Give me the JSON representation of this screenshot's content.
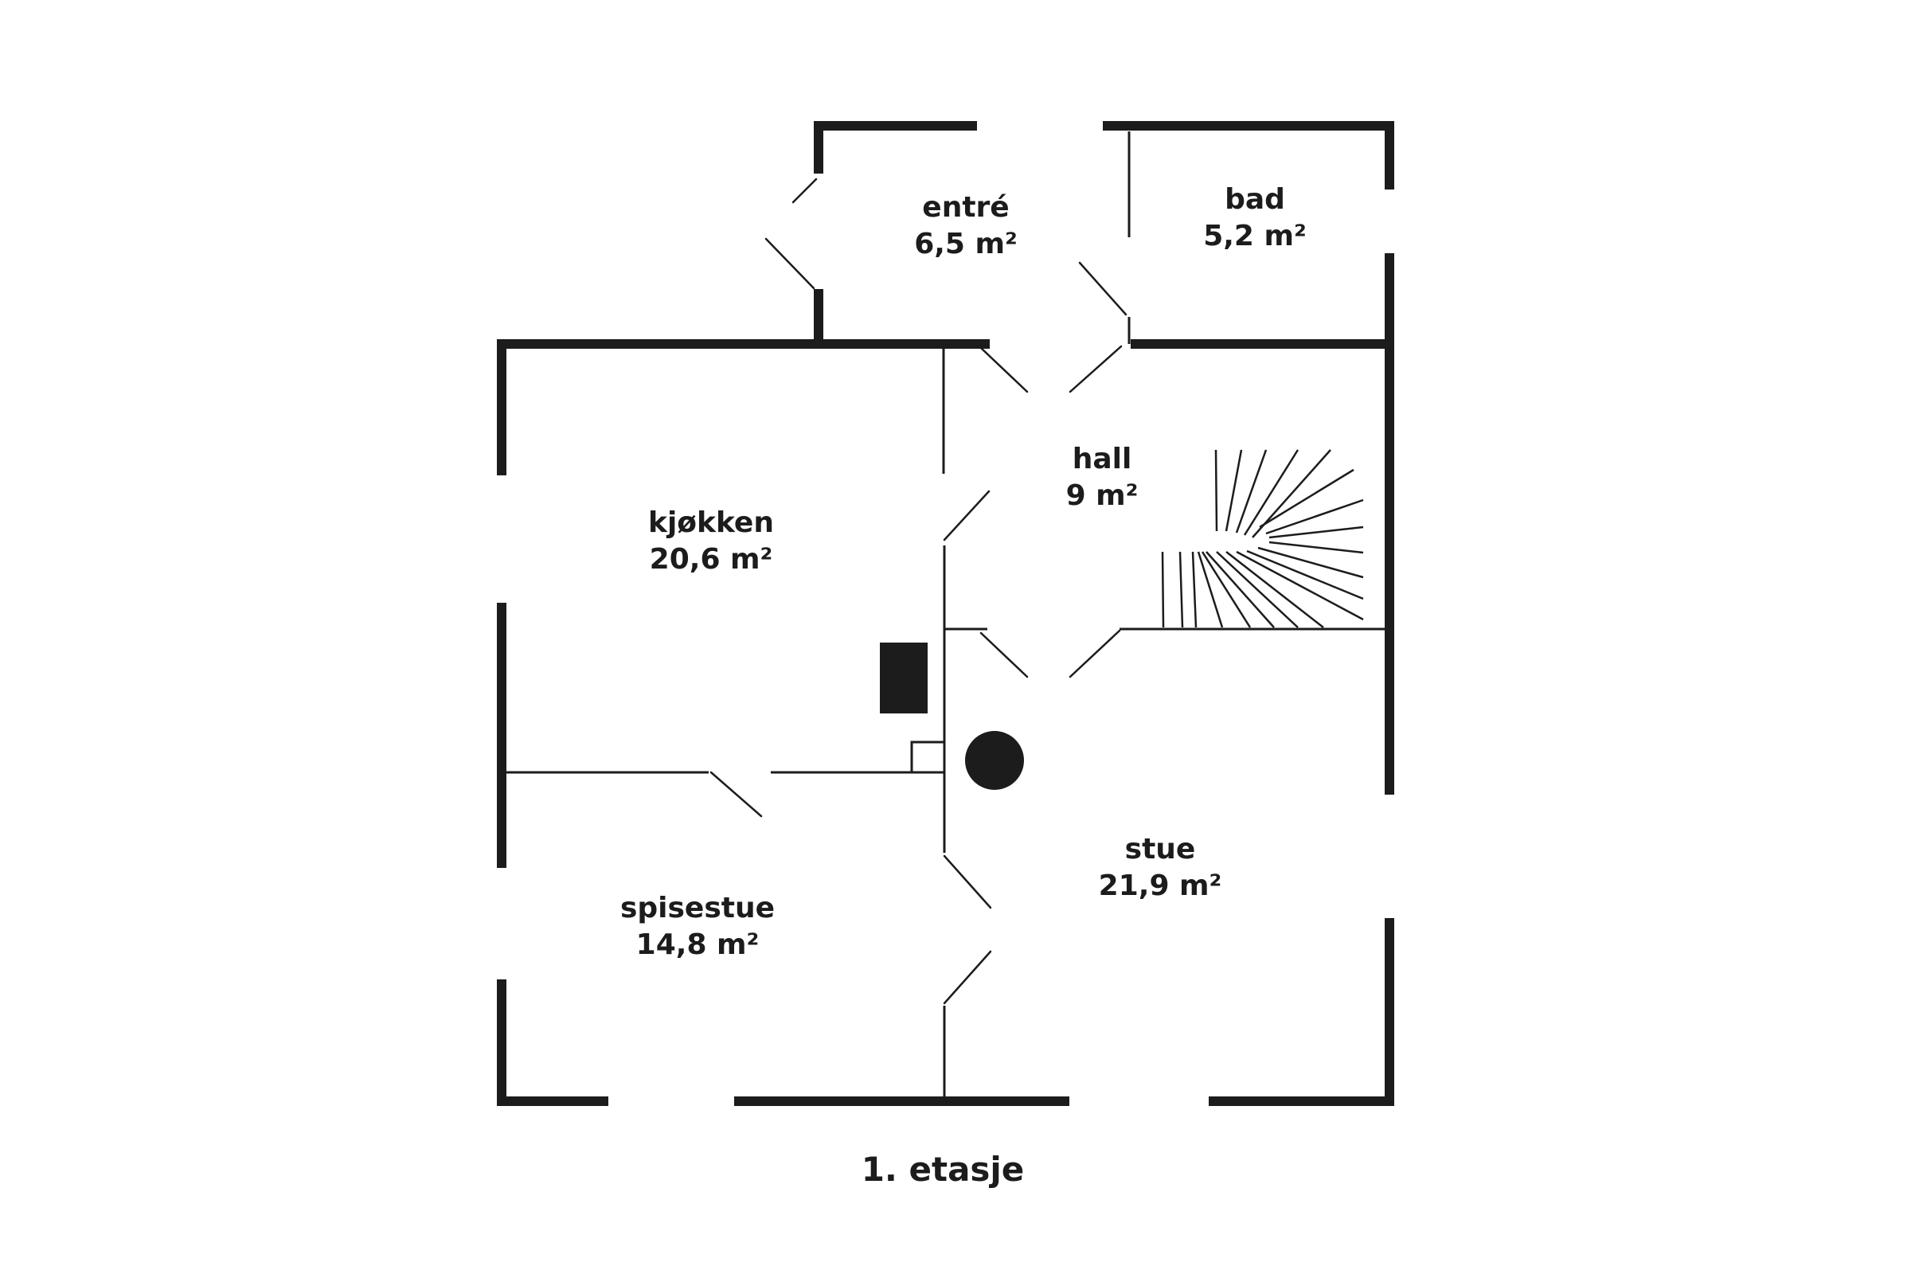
{
  "floor_label": "1. etasje",
  "rooms": [
    {
      "name": "entré",
      "area": "6,5 m²"
    },
    {
      "name": "bad",
      "area": "5,2 m²"
    },
    {
      "name": "hall",
      "area": "9 m²"
    },
    {
      "name": "kjøkken",
      "area": "20,6 m²"
    },
    {
      "name": "spisestue",
      "area": "14,8 m²"
    },
    {
      "name": "stue",
      "area": "21,9 m²"
    }
  ],
  "colors": {
    "ink": "#1c1c1c",
    "background": "#ffffff"
  }
}
